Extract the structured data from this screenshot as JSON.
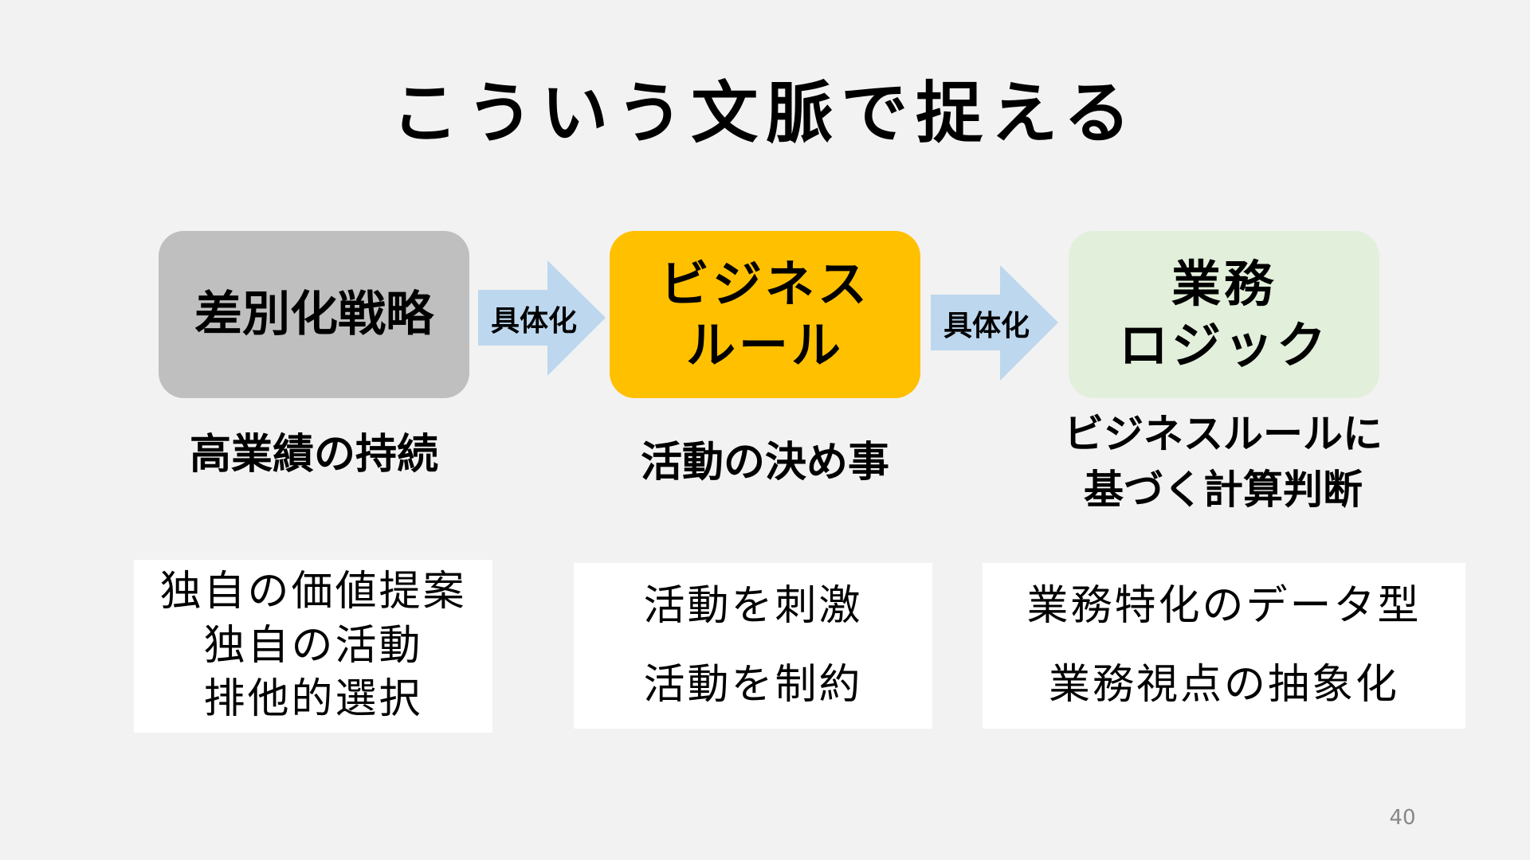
{
  "title": "こういう文脈で捉える",
  "flow": {
    "boxes": [
      {
        "lines": [
          "差別化戦略"
        ],
        "color": "#bfbfbf"
      },
      {
        "lines": [
          "ビジネス",
          "ルール"
        ],
        "color": "#ffc000"
      },
      {
        "lines": [
          "業務",
          "ロジック"
        ],
        "color": "#e2efda"
      }
    ],
    "arrows": [
      {
        "label": "具体化",
        "color": "#bdd7ee"
      },
      {
        "label": "具体化",
        "color": "#bdd7ee"
      }
    ]
  },
  "captions": [
    {
      "lines": [
        "高業績の持続"
      ]
    },
    {
      "lines": [
        "活動の決め事"
      ]
    },
    {
      "lines": [
        "ビジネスルールに",
        "基づく計算判断"
      ]
    }
  ],
  "cards": [
    {
      "lines": [
        "独自の価値提案",
        "独自の活動",
        "排他的選択"
      ]
    },
    {
      "lines": [
        "活動を刺激",
        "活動を制約"
      ]
    },
    {
      "lines": [
        "業務特化のデータ型",
        "業務視点の抽象化"
      ]
    }
  ],
  "page_number": "40"
}
